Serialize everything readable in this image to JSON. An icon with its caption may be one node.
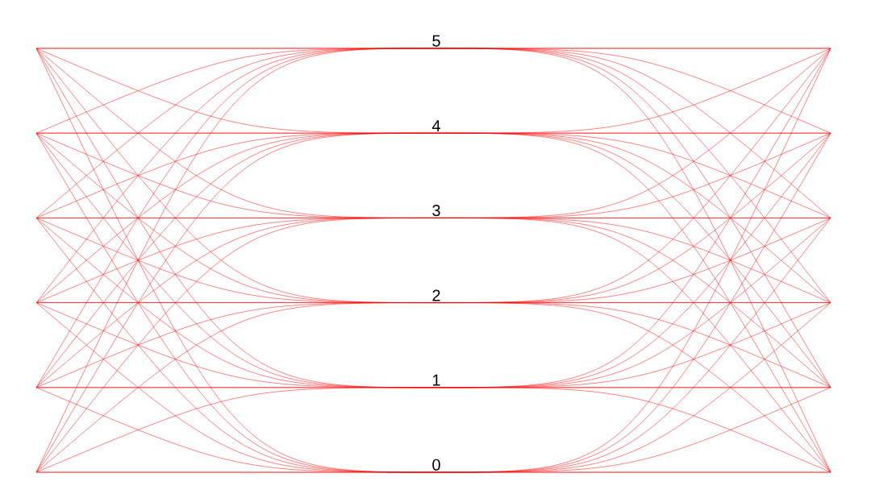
{
  "diagram": {
    "labels": [
      "5",
      "4",
      "3",
      "2",
      "1",
      "0"
    ]
  }
}
